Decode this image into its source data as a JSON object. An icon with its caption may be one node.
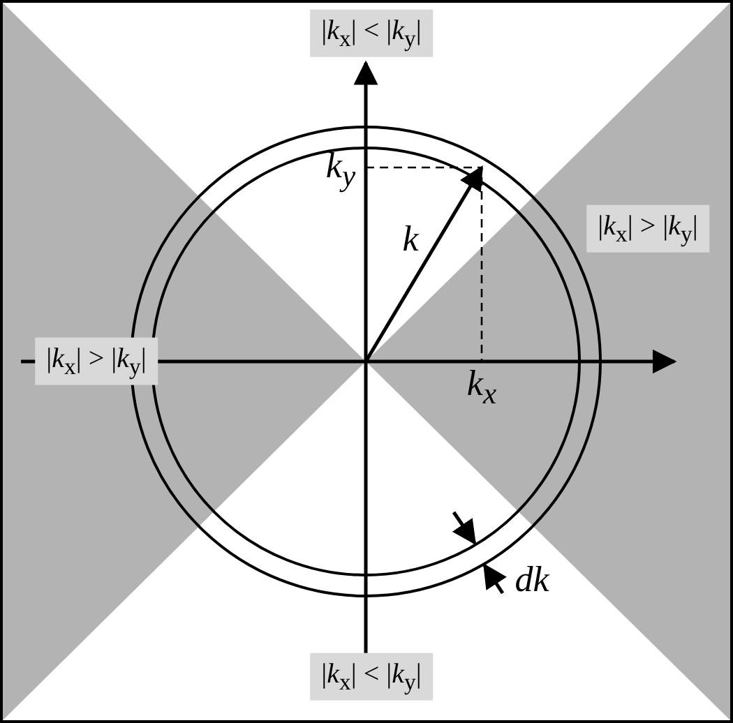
{
  "diagram": {
    "labels": [
      "|*k*$_{x}$| < |*k*$_{y}$|",
      "*k*$_{y}$",
      "*k*",
      "|*k*$_{x}$| > |*k*$_{y}$|",
      "|*k*$_{x}$| > |*k*$_{y}$|",
      "*k*$_{x}$",
      "*dk*",
      "|*k*$_{x}$| < |*k*$_{y}$|"
    ]
  }
}
